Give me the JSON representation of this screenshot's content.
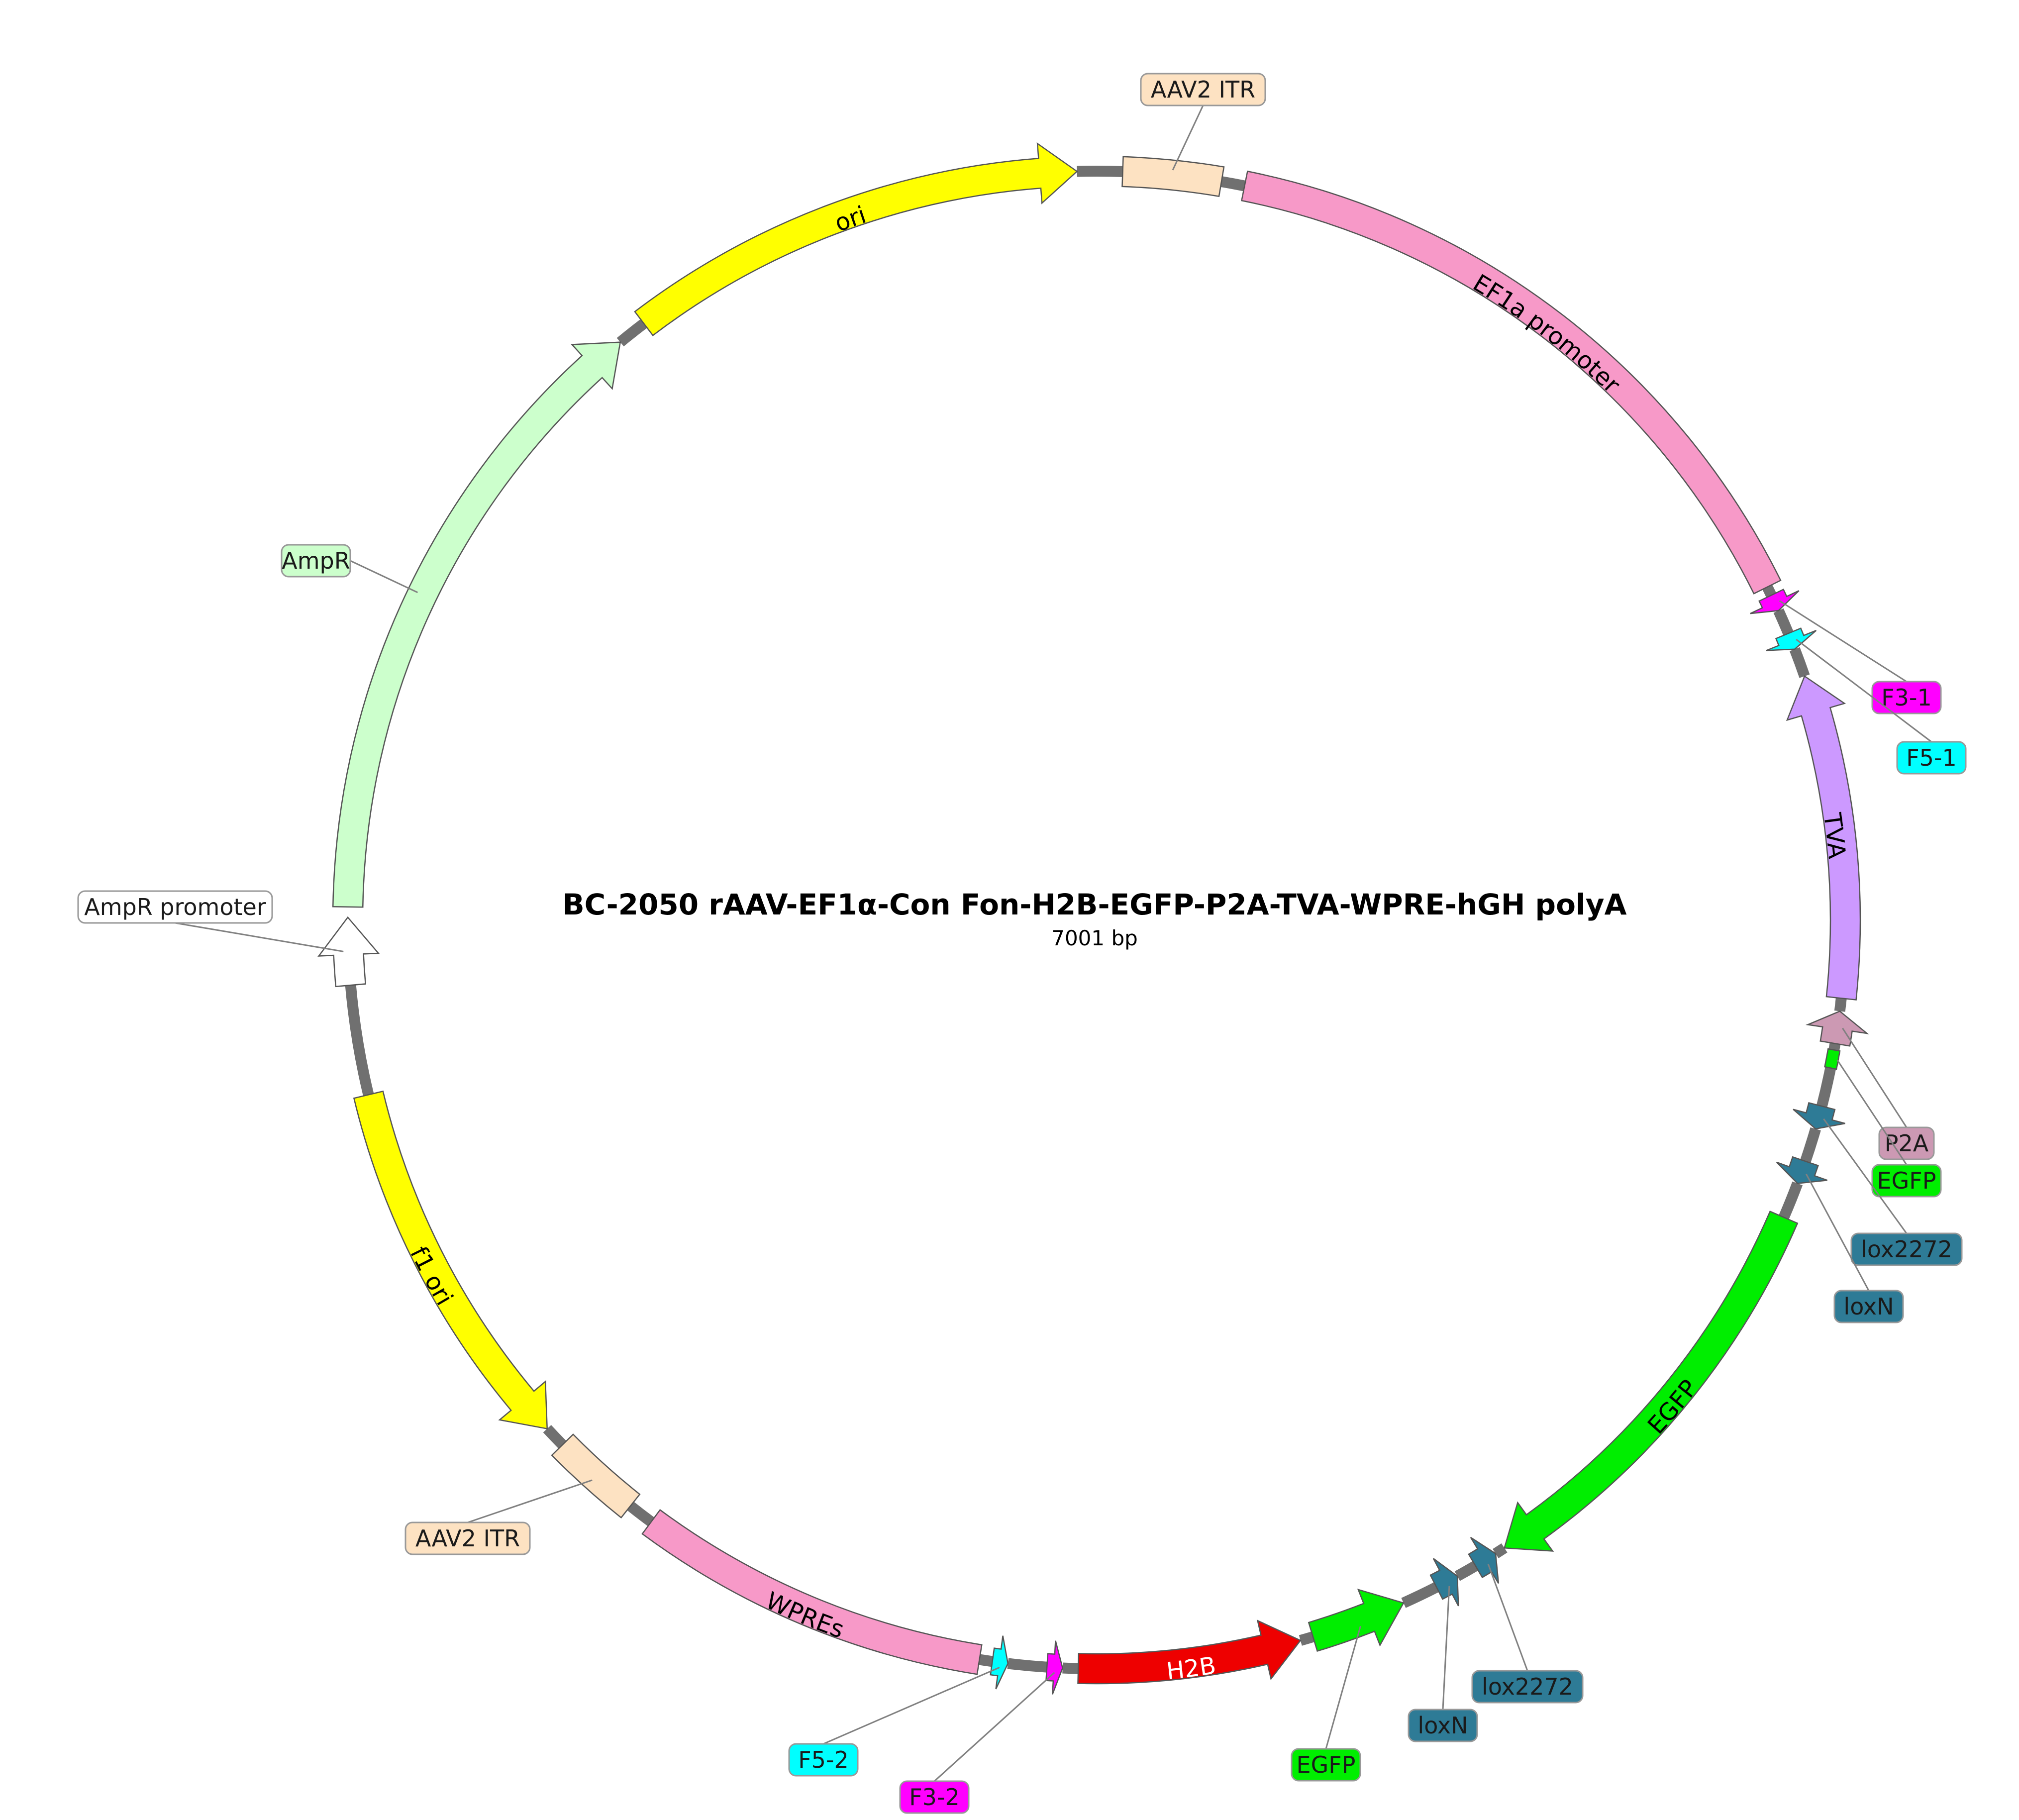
{
  "title": "BC-2050   rAAV-EF1α-Con Fon-H2B-EGFP-P2A-TVA-WPRE-hGH polyA",
  "subtitle": "7001 bp",
  "features": [
    {
      "id": "ori",
      "label": "ori",
      "type": "arrow",
      "dir": 1,
      "color": "#ffff00",
      "text_color": "#000000",
      "label_mode": "arc"
    },
    {
      "id": "aav2-itr-top",
      "label": "AAV2 ITR",
      "type": "box",
      "color": "#fde2c2",
      "text_color": "#000000",
      "label_mode": "callout"
    },
    {
      "id": "ef1a-promoter",
      "label": "EF1a promoter",
      "type": "box",
      "color": "#f799c8",
      "text_color": "#000000",
      "label_mode": "arc"
    },
    {
      "id": "f3-1",
      "label": "F3-1",
      "type": "arrow",
      "dir": 1,
      "color": "#ff00ff",
      "text_color": "#000000",
      "label_mode": "callout"
    },
    {
      "id": "f5-1",
      "label": "F5-1",
      "type": "arrow",
      "dir": 1,
      "color": "#00ffff",
      "text_color": "#000000",
      "label_mode": "callout"
    },
    {
      "id": "tva",
      "label": "TVA",
      "type": "arrow",
      "dir": -1,
      "color": "#cc99ff",
      "text_color": "#000000",
      "label_mode": "arc"
    },
    {
      "id": "p2a",
      "label": "P2A",
      "type": "arrow",
      "dir": -1,
      "color": "#cc99b3",
      "text_color": "#000000",
      "label_mode": "callout"
    },
    {
      "id": "egfp-small",
      "label": "EGFP",
      "type": "box",
      "color": "#00ee00",
      "text_color": "#000000",
      "label_mode": "callout"
    },
    {
      "id": "lox2272-right",
      "label": "lox2272",
      "type": "arrow",
      "dir": 1,
      "color": "#2e7b96",
      "text_color": "#000000",
      "label_mode": "callout"
    },
    {
      "id": "loxn-right",
      "label": "loxN",
      "type": "arrow",
      "dir": 1,
      "color": "#2e7b96",
      "text_color": "#000000",
      "label_mode": "callout"
    },
    {
      "id": "egfp-main",
      "label": "EGFP",
      "type": "arrow",
      "dir": 1,
      "color": "#00ee00",
      "text_color": "#000000",
      "label_mode": "arc"
    },
    {
      "id": "lox2272-bottom",
      "label": "lox2272",
      "type": "arrow",
      "dir": -1,
      "color": "#2e7b96",
      "text_color": "#000000",
      "label_mode": "callout"
    },
    {
      "id": "loxn-bottom",
      "label": "loxN",
      "type": "arrow",
      "dir": -1,
      "color": "#2e7b96",
      "text_color": "#000000",
      "label_mode": "callout"
    },
    {
      "id": "egfp-bottom",
      "label": "EGFP",
      "type": "arrow",
      "dir": -1,
      "color": "#00ee00",
      "text_color": "#000000",
      "label_mode": "callout"
    },
    {
      "id": "h2b",
      "label": "H2B",
      "type": "arrow",
      "dir": -1,
      "color": "#ee0000",
      "text_color": "#ffffff",
      "label_mode": "arc"
    },
    {
      "id": "f3-2",
      "label": "F3-2",
      "type": "arrow",
      "dir": -1,
      "color": "#ff00ff",
      "text_color": "#000000",
      "label_mode": "callout"
    },
    {
      "id": "f5-2",
      "label": "F5-2",
      "type": "arrow",
      "dir": -1,
      "color": "#00ffff",
      "text_color": "#000000",
      "label_mode": "callout"
    },
    {
      "id": "wpres",
      "label": "WPREs",
      "type": "box",
      "color": "#f799c8",
      "text_color": "#000000",
      "label_mode": "arc"
    },
    {
      "id": "aav2-itr-bottom",
      "label": "AAV2 ITR",
      "type": "box",
      "color": "#fde2c2",
      "text_color": "#000000",
      "label_mode": "callout"
    },
    {
      "id": "f1-ori",
      "label": "f1 ori",
      "type": "arrow",
      "dir": -1,
      "color": "#ffff00",
      "text_color": "#000000",
      "label_mode": "arc"
    },
    {
      "id": "ampr-promoter",
      "label": "AmpR promoter",
      "type": "arrow",
      "dir": 1,
      "color": "#ffffff",
      "text_color": "#000000",
      "label_mode": "callout"
    },
    {
      "id": "ampr",
      "label": "AmpR",
      "type": "arrow",
      "dir": 1,
      "color": "#ccffcc",
      "text_color": "#000000",
      "label_mode": "callout"
    }
  ]
}
